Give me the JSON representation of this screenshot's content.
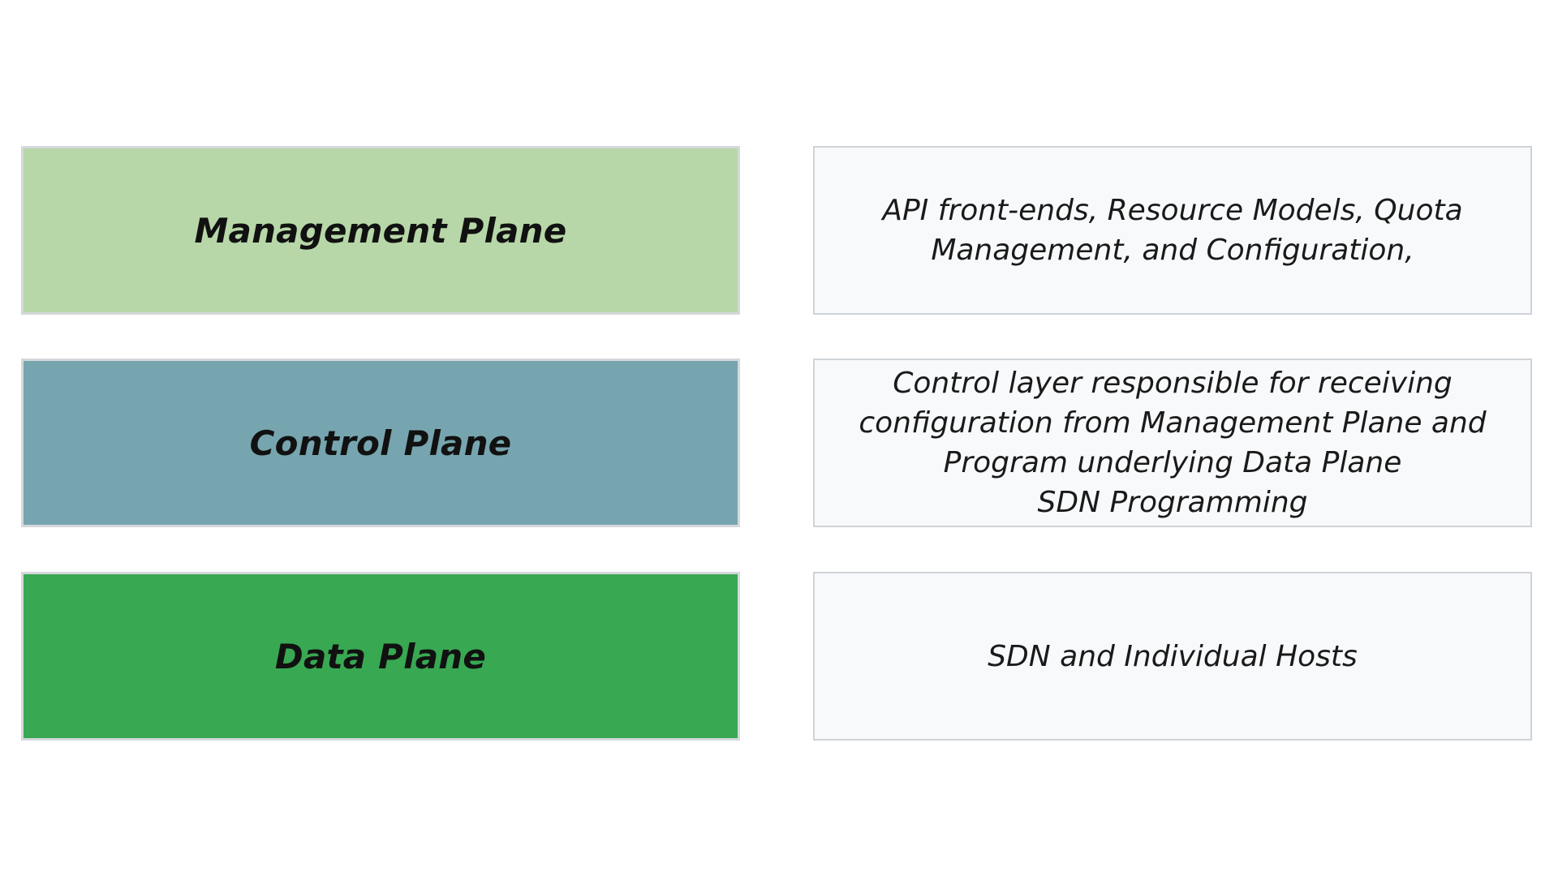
{
  "planes": [
    {
      "label": "Management Plane",
      "color": "#b7d7a8",
      "description": [
        "API front-ends, Resource Models, Quota",
        "Management, and Configuration,"
      ]
    },
    {
      "label": "Control Plane",
      "color": "#76a5af",
      "description": [
        "Control layer responsible for receiving",
        "configuration from Management Plane and",
        "Program underlying Data Plane",
        "SDN Programming"
      ]
    },
    {
      "label": "Data Plane",
      "color": "#38a852",
      "description": [
        "SDN and Individual Hosts"
      ]
    }
  ]
}
